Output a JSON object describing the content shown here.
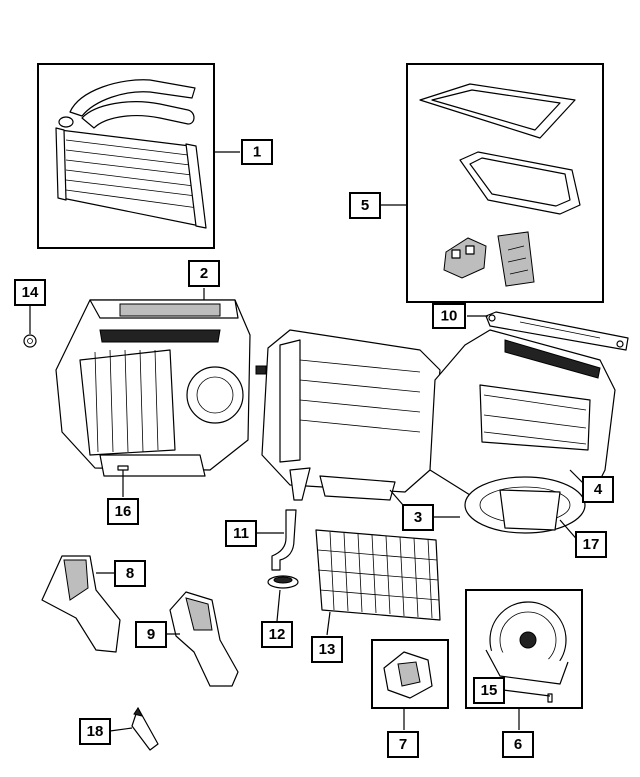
{
  "colors": {
    "ink": "#000000",
    "paper": "#ffffff",
    "shade": "#bdbdbd"
  },
  "callouts": [
    {
      "id": "heater-core",
      "label": "1"
    },
    {
      "id": "hvac-housing-front",
      "label": "2"
    },
    {
      "id": "hvac-housing-center",
      "label": "3"
    },
    {
      "id": "blower-housing",
      "label": "4"
    },
    {
      "id": "seal-kit",
      "label": "5"
    },
    {
      "id": "blower-motor",
      "label": "6"
    },
    {
      "id": "blower-resistor",
      "label": "7"
    },
    {
      "id": "duct-left",
      "label": "8"
    },
    {
      "id": "duct-right",
      "label": "9"
    },
    {
      "id": "bracket",
      "label": "10"
    },
    {
      "id": "drain-tube",
      "label": "11"
    },
    {
      "id": "grommet",
      "label": "12"
    },
    {
      "id": "cabin-filter",
      "label": "13"
    },
    {
      "id": "nut",
      "label": "14"
    },
    {
      "id": "screw",
      "label": "15"
    },
    {
      "id": "screw-housing",
      "label": "16"
    },
    {
      "id": "motor-housing",
      "label": "17"
    },
    {
      "id": "sealant",
      "label": "18"
    }
  ]
}
